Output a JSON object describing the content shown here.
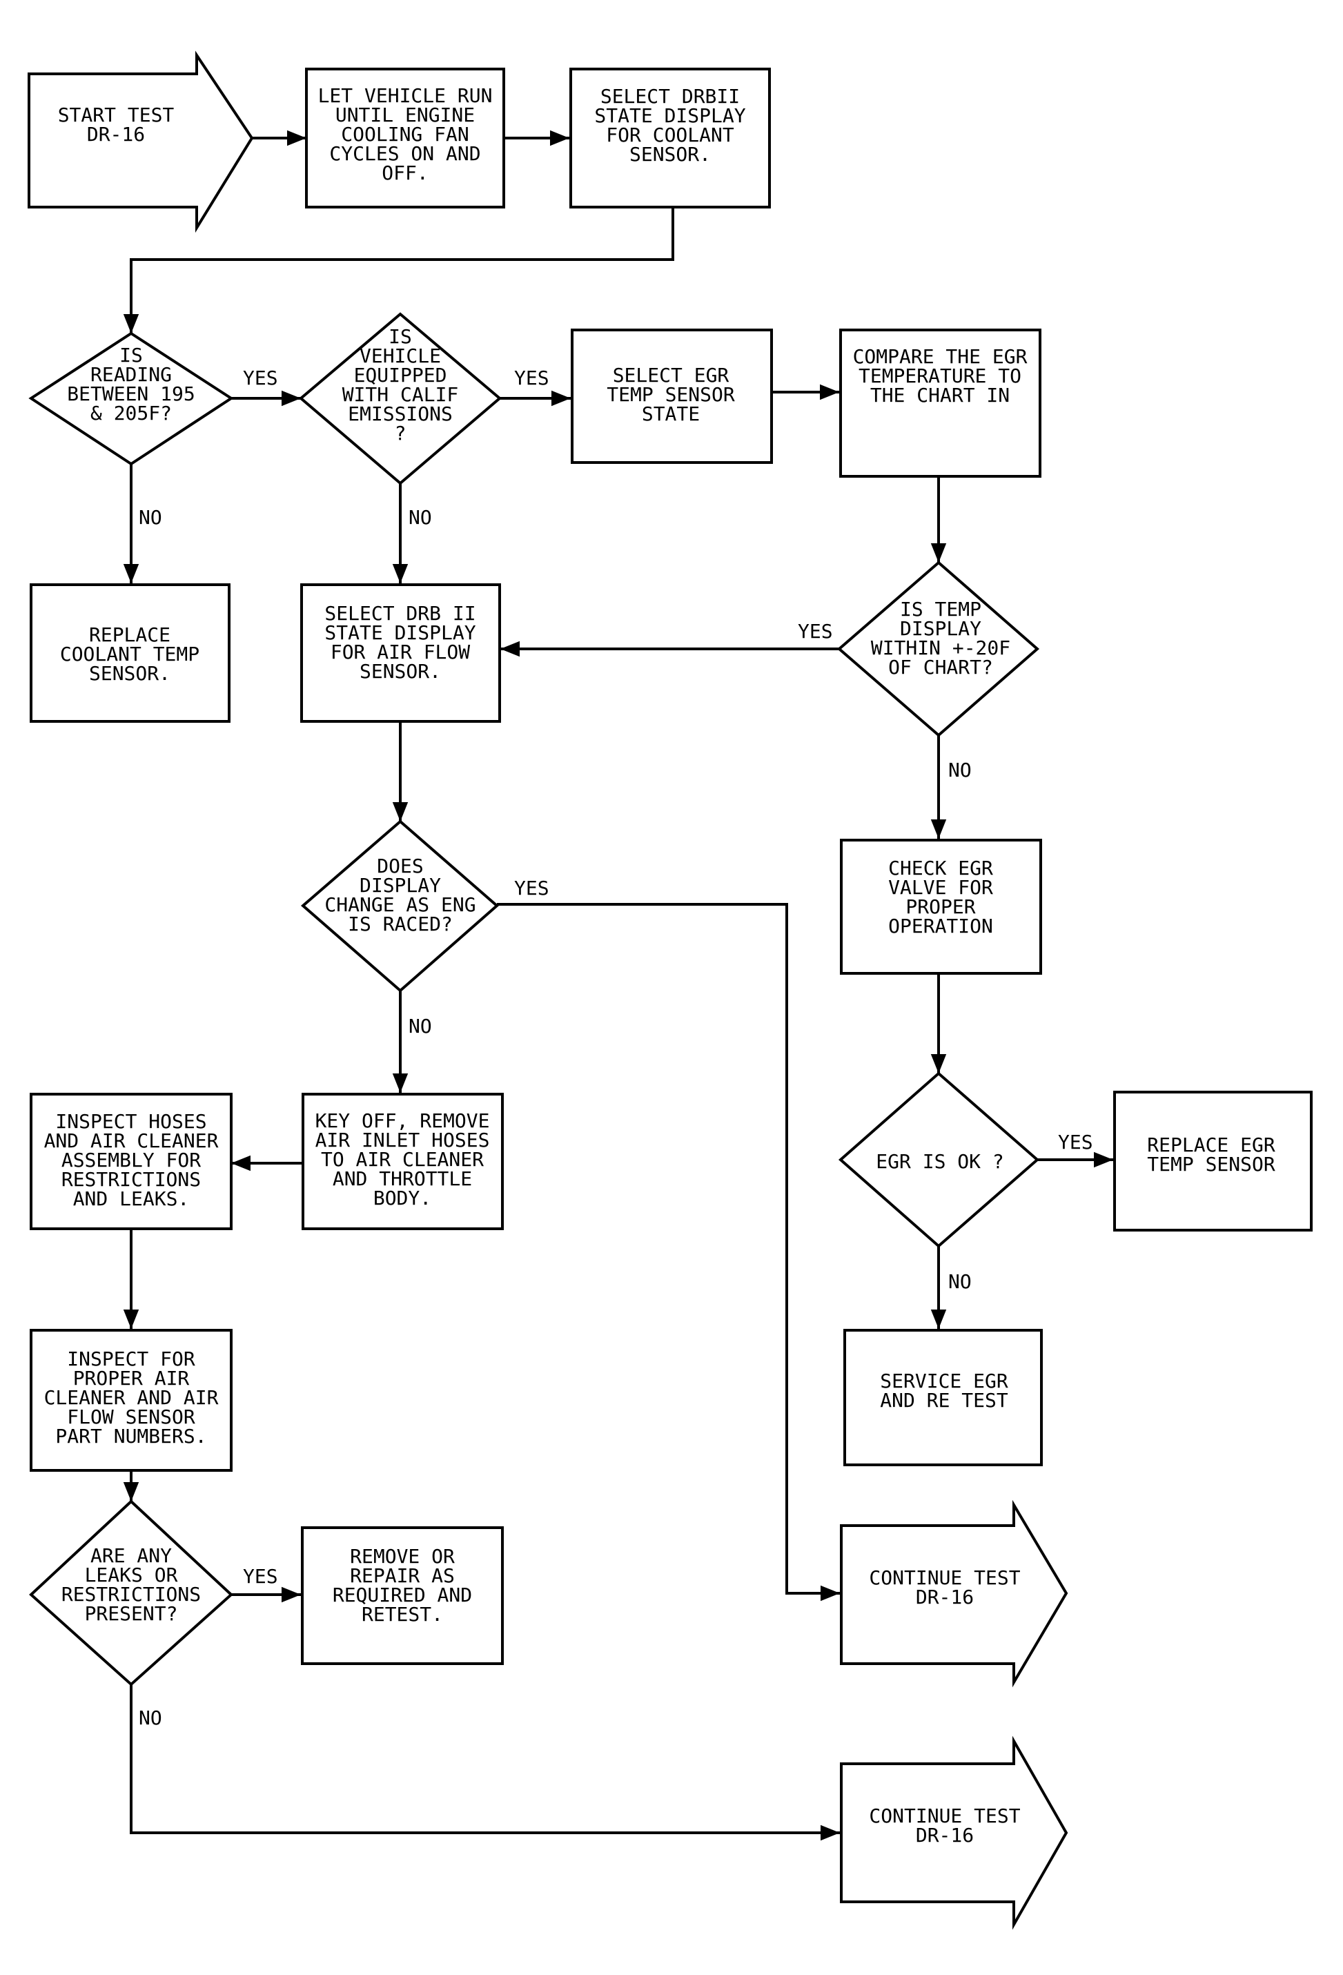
{
  "colors": {
    "ink": "#000000",
    "paper": "#ffffff"
  },
  "nodes": {
    "start": {
      "lines": [
        "START TEST",
        "DR-16"
      ]
    },
    "warm": {
      "lines": [
        "LET VEHICLE RUN",
        "UNTIL ENGINE",
        "COOLING FAN",
        "CYCLES ON AND",
        "OFF."
      ]
    },
    "sel_cool": {
      "lines": [
        "SELECT DRBII",
        "STATE DISPLAY",
        "FOR COOLANT",
        "SENSOR."
      ]
    },
    "d_read": {
      "lines": [
        "IS",
        "READING",
        "BETWEEN 195",
        "& 205F?"
      ]
    },
    "d_calif": {
      "lines": [
        "IS",
        "VEHICLE",
        "EQUIPPED",
        "WITH CALIF",
        "EMISSIONS",
        "?"
      ]
    },
    "sel_egr": {
      "lines": [
        "SELECT EGR",
        "TEMP SENSOR",
        "STATE"
      ]
    },
    "compare": {
      "lines": [
        "COMPARE THE EGR",
        "TEMPERATURE TO",
        "THE CHART IN"
      ]
    },
    "replace_cool": {
      "lines": [
        "REPLACE",
        "COOLANT TEMP",
        "SENSOR."
      ]
    },
    "sel_air": {
      "lines": [
        "SELECT DRB II",
        "STATE DISPLAY",
        "FOR AIR FLOW",
        "SENSOR."
      ]
    },
    "d_temp": {
      "lines": [
        "IS TEMP",
        "DISPLAY",
        "WITHIN +-20F",
        "OF CHART?"
      ]
    },
    "check_egr": {
      "lines": [
        "CHECK EGR",
        "VALVE FOR",
        "PROPER",
        "OPERATION"
      ]
    },
    "d_display": {
      "lines": [
        "DOES",
        "DISPLAY",
        "CHANGE AS ENG",
        "IS RACED?"
      ]
    },
    "inspect_hoses": {
      "lines": [
        "INSPECT HOSES",
        "AND AIR CLEANER",
        "ASSEMBLY FOR",
        "RESTRICTIONS",
        "AND LEAKS."
      ]
    },
    "key_off": {
      "lines": [
        "KEY OFF, REMOVE",
        "AIR INLET HOSES",
        "TO AIR CLEANER",
        "AND THROTTLE",
        "BODY."
      ]
    },
    "d_egr_ok": {
      "lines": [
        "EGR IS OK ?"
      ]
    },
    "replace_egr": {
      "lines": [
        "REPLACE EGR",
        "TEMP SENSOR"
      ]
    },
    "service_egr": {
      "lines": [
        "SERVICE EGR",
        "AND RE TEST"
      ]
    },
    "inspect_parts": {
      "lines": [
        "INSPECT FOR",
        "PROPER AIR",
        "CLEANER AND AIR",
        "FLOW SENSOR",
        "PART NUMBERS."
      ]
    },
    "d_leaks": {
      "lines": [
        "ARE ANY",
        "LEAKS OR",
        "RESTRICTIONS",
        "PRESENT?"
      ]
    },
    "remove_repair": {
      "lines": [
        "REMOVE OR",
        "REPAIR AS",
        "REQUIRED AND",
        "RETEST."
      ]
    },
    "continue1": {
      "lines": [
        "CONTINUE TEST",
        "DR-16"
      ]
    },
    "continue2": {
      "lines": [
        "CONTINUE TEST",
        "DR-16"
      ]
    }
  },
  "labels": {
    "yes": "YES",
    "no": "NO"
  }
}
